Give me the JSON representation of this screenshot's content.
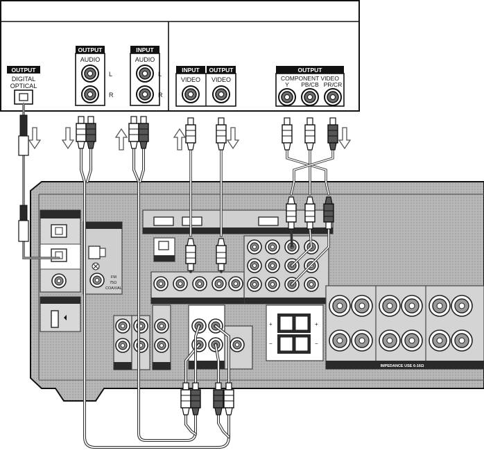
{
  "device": {
    "digital_output": {
      "tag": "OUTPUT",
      "line1": "DIGITAL",
      "line2": "OPTICAL"
    },
    "audio_output": {
      "tag": "OUTPUT",
      "title": "AUDIO",
      "left": "L",
      "right": "R"
    },
    "audio_input": {
      "tag": "INPUT",
      "title": "AUDIO",
      "left": "L",
      "right": "R"
    },
    "video_input": {
      "tag": "INPUT",
      "title": "VIDEO"
    },
    "video_output": {
      "tag": "OUTPUT",
      "title": "VIDEO"
    },
    "component_output": {
      "tag": "OUTPUT",
      "title": "COMPONENT VIDEO",
      "y": "Y",
      "pb": "PB/CB",
      "pr": "PR/CR"
    }
  },
  "receiver": {
    "fm_label": "FM",
    "fm_sub1": "75Ω",
    "fm_sub2": "COAXIAL",
    "impedance": "IMPEDANCE USE 6-16Ω"
  }
}
